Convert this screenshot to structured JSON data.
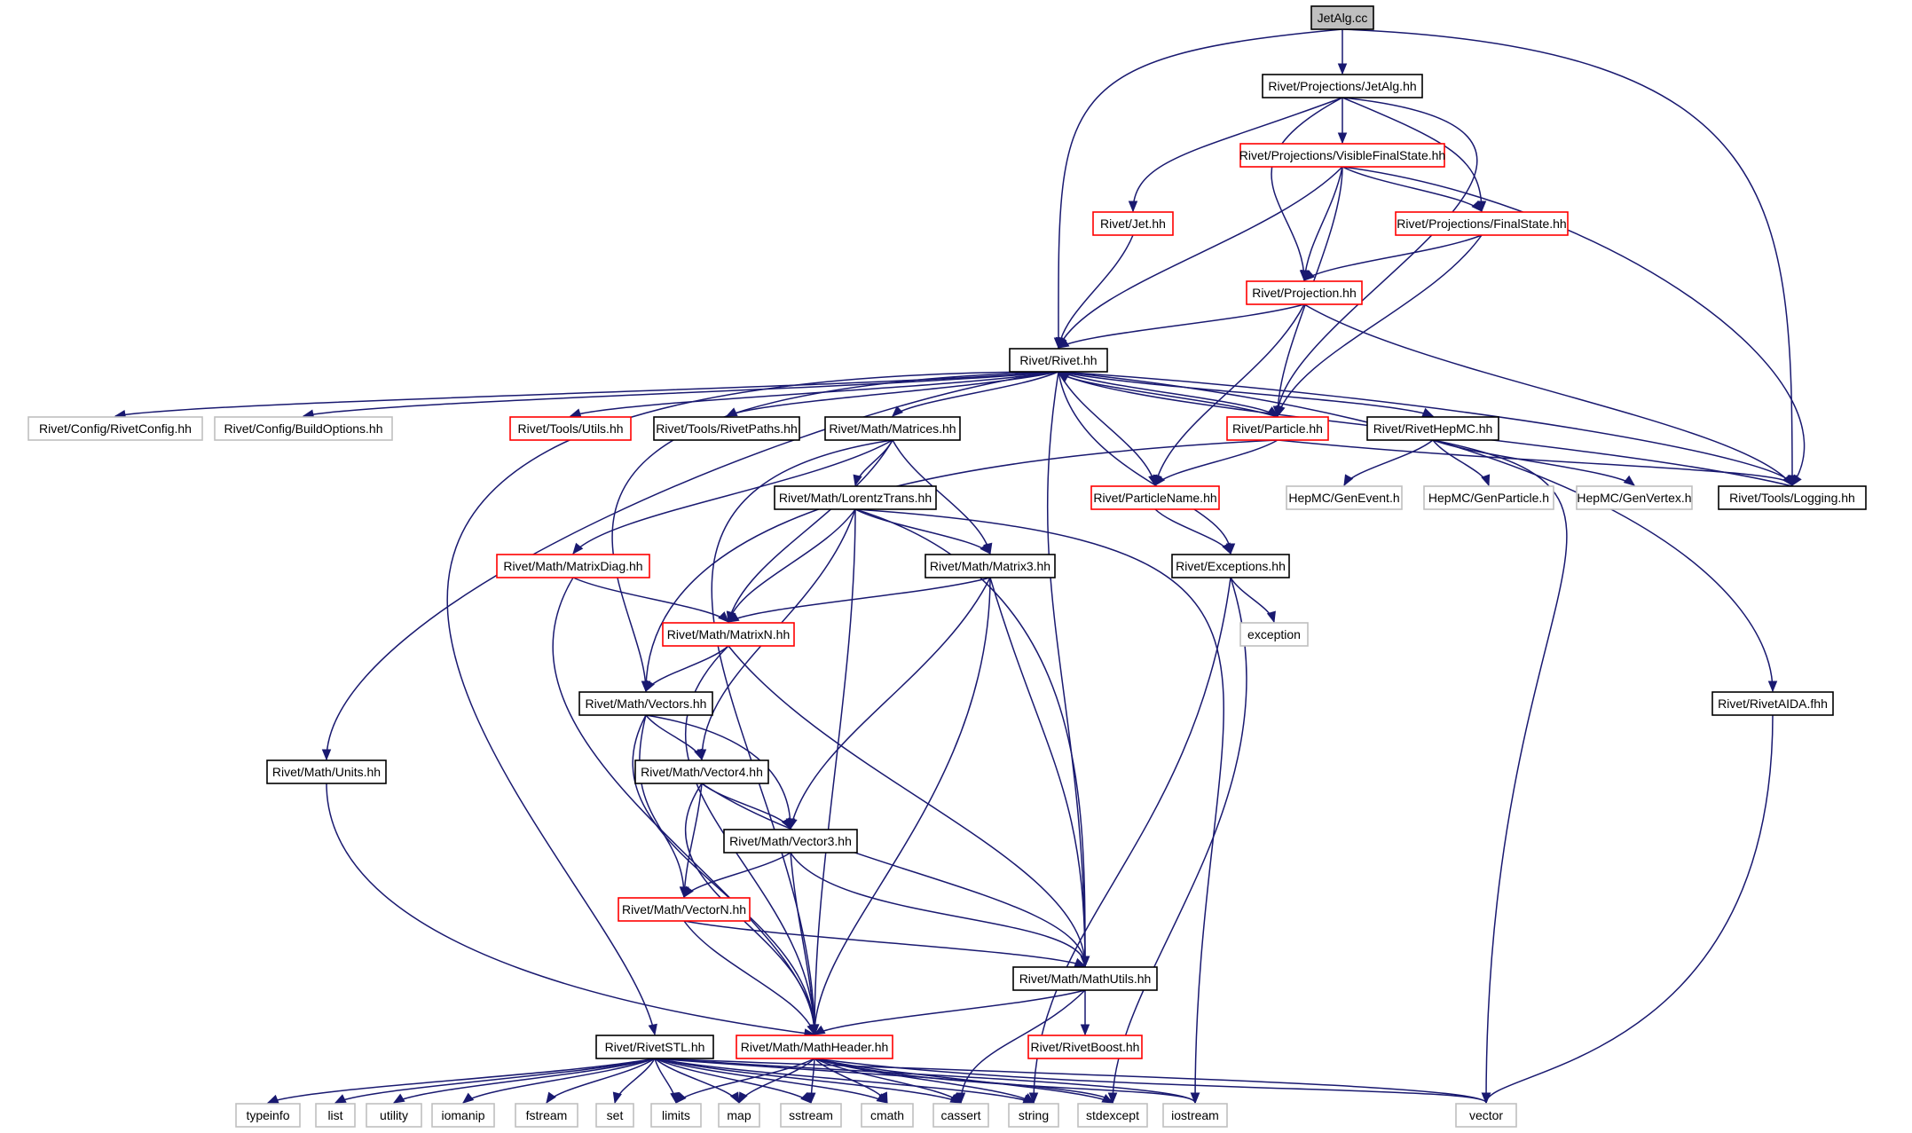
{
  "graph": {
    "title": "JetAlg.cc",
    "kinds": {
      "root": {
        "fill": "#bfbfbf",
        "stroke": "#000000"
      },
      "normal": {
        "fill": "#ffffff",
        "stroke": "#000000"
      },
      "truncated": {
        "fill": "#ffffff",
        "stroke": "#ff0000"
      },
      "external": {
        "fill": "#ffffff",
        "stroke": "#bfbfbf"
      }
    },
    "edge_color": "#191970",
    "nodes": [
      {
        "id": "jetalg_cc",
        "label": "JetAlg.cc",
        "kind": "root"
      },
      {
        "id": "jetalg_hh",
        "label": "Rivet/Projections/JetAlg.hh",
        "kind": "normal"
      },
      {
        "id": "vfs",
        "label": "Rivet/Projections/VisibleFinalState.hh",
        "kind": "truncated"
      },
      {
        "id": "jet",
        "label": "Rivet/Jet.hh",
        "kind": "truncated"
      },
      {
        "id": "fs",
        "label": "Rivet/Projections/FinalState.hh",
        "kind": "truncated"
      },
      {
        "id": "proj",
        "label": "Rivet/Projection.hh",
        "kind": "truncated"
      },
      {
        "id": "rivet",
        "label": "Rivet/Rivet.hh",
        "kind": "normal"
      },
      {
        "id": "rivetconfig",
        "label": "Rivet/Config/RivetConfig.hh",
        "kind": "external"
      },
      {
        "id": "buildopts",
        "label": "Rivet/Config/BuildOptions.hh",
        "kind": "external"
      },
      {
        "id": "utils",
        "label": "Rivet/Tools/Utils.hh",
        "kind": "truncated"
      },
      {
        "id": "rivetpaths",
        "label": "Rivet/Tools/RivetPaths.hh",
        "kind": "normal"
      },
      {
        "id": "matrices",
        "label": "Rivet/Math/Matrices.hh",
        "kind": "normal"
      },
      {
        "id": "particle",
        "label": "Rivet/Particle.hh",
        "kind": "truncated"
      },
      {
        "id": "rivethepmc",
        "label": "Rivet/RivetHepMC.hh",
        "kind": "normal"
      },
      {
        "id": "logging",
        "label": "Rivet/Tools/Logging.hh",
        "kind": "normal"
      },
      {
        "id": "genevent",
        "label": "HepMC/GenEvent.h",
        "kind": "external"
      },
      {
        "id": "genparticle",
        "label": "HepMC/GenParticle.h",
        "kind": "external"
      },
      {
        "id": "genvertex",
        "label": "HepMC/GenVertex.h",
        "kind": "external"
      },
      {
        "id": "lorentz",
        "label": "Rivet/Math/LorentzTrans.hh",
        "kind": "normal"
      },
      {
        "id": "particlename",
        "label": "Rivet/ParticleName.hh",
        "kind": "truncated"
      },
      {
        "id": "matrixdiag",
        "label": "Rivet/Math/MatrixDiag.hh",
        "kind": "truncated"
      },
      {
        "id": "matrix3",
        "label": "Rivet/Math/Matrix3.hh",
        "kind": "normal"
      },
      {
        "id": "exceptions",
        "label": "Rivet/Exceptions.hh",
        "kind": "normal"
      },
      {
        "id": "exception",
        "label": "exception",
        "kind": "external"
      },
      {
        "id": "matrixn",
        "label": "Rivet/Math/MatrixN.hh",
        "kind": "truncated"
      },
      {
        "id": "vectors",
        "label": "Rivet/Math/Vectors.hh",
        "kind": "normal"
      },
      {
        "id": "rivetaida",
        "label": "Rivet/RivetAIDA.fhh",
        "kind": "normal"
      },
      {
        "id": "units",
        "label": "Rivet/Math/Units.hh",
        "kind": "normal"
      },
      {
        "id": "vector4",
        "label": "Rivet/Math/Vector4.hh",
        "kind": "normal"
      },
      {
        "id": "vector3",
        "label": "Rivet/Math/Vector3.hh",
        "kind": "normal"
      },
      {
        "id": "vectorn",
        "label": "Rivet/Math/VectorN.hh",
        "kind": "truncated"
      },
      {
        "id": "mathutils",
        "label": "Rivet/Math/MathUtils.hh",
        "kind": "normal"
      },
      {
        "id": "rivetboost",
        "label": "Rivet/RivetBoost.hh",
        "kind": "truncated"
      },
      {
        "id": "rivetstl",
        "label": "Rivet/RivetSTL.hh",
        "kind": "normal"
      },
      {
        "id": "mathheader",
        "label": "Rivet/Math/MathHeader.hh",
        "kind": "truncated"
      },
      {
        "id": "typeinfo",
        "label": "typeinfo",
        "kind": "external"
      },
      {
        "id": "list",
        "label": "list",
        "kind": "external"
      },
      {
        "id": "utility",
        "label": "utility",
        "kind": "external"
      },
      {
        "id": "iomanip",
        "label": "iomanip",
        "kind": "external"
      },
      {
        "id": "fstream",
        "label": "fstream",
        "kind": "external"
      },
      {
        "id": "set",
        "label": "set",
        "kind": "external"
      },
      {
        "id": "limits",
        "label": "limits",
        "kind": "external"
      },
      {
        "id": "map",
        "label": "map",
        "kind": "external"
      },
      {
        "id": "sstream",
        "label": "sstream",
        "kind": "external"
      },
      {
        "id": "cmath",
        "label": "cmath",
        "kind": "external"
      },
      {
        "id": "cassert",
        "label": "cassert",
        "kind": "external"
      },
      {
        "id": "string",
        "label": "string",
        "kind": "external"
      },
      {
        "id": "stdexcept",
        "label": "stdexcept",
        "kind": "external"
      },
      {
        "id": "iostream",
        "label": "iostream",
        "kind": "external"
      },
      {
        "id": "vector",
        "label": "vector",
        "kind": "external"
      }
    ],
    "edges": [
      [
        "jetalg_cc",
        "jetalg_hh"
      ],
      [
        "jetalg_cc",
        "rivet"
      ],
      [
        "jetalg_cc",
        "logging"
      ],
      [
        "jetalg_hh",
        "vfs"
      ],
      [
        "jetalg_hh",
        "jet"
      ],
      [
        "jetalg_hh",
        "fs"
      ],
      [
        "jetalg_hh",
        "proj"
      ],
      [
        "jetalg_hh",
        "particle"
      ],
      [
        "vfs",
        "fs"
      ],
      [
        "vfs",
        "proj"
      ],
      [
        "vfs",
        "rivet"
      ],
      [
        "vfs",
        "particle"
      ],
      [
        "vfs",
        "logging"
      ],
      [
        "jet",
        "rivet"
      ],
      [
        "fs",
        "proj"
      ],
      [
        "fs",
        "particle"
      ],
      [
        "proj",
        "rivet"
      ],
      [
        "proj",
        "particlename"
      ],
      [
        "proj",
        "logging"
      ],
      [
        "rivet",
        "rivetconfig"
      ],
      [
        "rivet",
        "buildopts"
      ],
      [
        "rivet",
        "utils"
      ],
      [
        "rivet",
        "rivetpaths"
      ],
      [
        "rivet",
        "matrices"
      ],
      [
        "rivet",
        "particle"
      ],
      [
        "rivet",
        "rivethepmc"
      ],
      [
        "rivet",
        "logging"
      ],
      [
        "rivet",
        "particlename"
      ],
      [
        "rivet",
        "exceptions"
      ],
      [
        "rivet",
        "mathutils"
      ],
      [
        "rivet",
        "vectors"
      ],
      [
        "rivet",
        "units"
      ],
      [
        "rivet",
        "rivetstl"
      ],
      [
        "rivet",
        "rivetaida"
      ],
      [
        "particle",
        "rivet"
      ],
      [
        "particle",
        "particlename"
      ],
      [
        "particle",
        "vectors"
      ],
      [
        "particle",
        "logging"
      ],
      [
        "rivethepmc",
        "genevent"
      ],
      [
        "rivethepmc",
        "genparticle"
      ],
      [
        "rivethepmc",
        "genvertex"
      ],
      [
        "rivethepmc",
        "vector"
      ],
      [
        "logging",
        "rivet"
      ],
      [
        "matrices",
        "lorentz"
      ],
      [
        "matrices",
        "matrixdiag"
      ],
      [
        "matrices",
        "matrix3"
      ],
      [
        "matrices",
        "matrixn"
      ],
      [
        "matrices",
        "mathheader"
      ],
      [
        "lorentz",
        "matrix3"
      ],
      [
        "lorentz",
        "matrixn"
      ],
      [
        "lorentz",
        "vector4"
      ],
      [
        "lorentz",
        "mathutils"
      ],
      [
        "lorentz",
        "mathheader"
      ],
      [
        "lorentz",
        "iostream"
      ],
      [
        "particlename",
        "exceptions"
      ],
      [
        "exceptions",
        "exception"
      ],
      [
        "exceptions",
        "string"
      ],
      [
        "exceptions",
        "stdexcept"
      ],
      [
        "matrixdiag",
        "matrixn"
      ],
      [
        "matrixdiag",
        "mathheader"
      ],
      [
        "matrix3",
        "matrixn"
      ],
      [
        "matrix3",
        "vector3"
      ],
      [
        "matrix3",
        "mathutils"
      ],
      [
        "matrix3",
        "mathheader"
      ],
      [
        "matrixn",
        "vectors"
      ],
      [
        "matrixn",
        "mathutils"
      ],
      [
        "matrixn",
        "mathheader"
      ],
      [
        "vectors",
        "vector4"
      ],
      [
        "vectors",
        "vector3"
      ],
      [
        "vectors",
        "vectorn"
      ],
      [
        "vectors",
        "mathheader"
      ],
      [
        "rivetaida",
        "vector"
      ],
      [
        "units",
        "mathheader"
      ],
      [
        "vector4",
        "vector3"
      ],
      [
        "vector4",
        "vectorn"
      ],
      [
        "vector4",
        "mathutils"
      ],
      [
        "vector4",
        "mathheader"
      ],
      [
        "vector3",
        "vectorn"
      ],
      [
        "vector3",
        "mathutils"
      ],
      [
        "vector3",
        "mathheader"
      ],
      [
        "vectorn",
        "mathutils"
      ],
      [
        "vectorn",
        "mathheader"
      ],
      [
        "mathutils",
        "mathheader"
      ],
      [
        "mathutils",
        "rivetboost"
      ],
      [
        "mathutils",
        "cassert"
      ],
      [
        "mathheader",
        "limits"
      ],
      [
        "mathheader",
        "map"
      ],
      [
        "mathheader",
        "sstream"
      ],
      [
        "mathheader",
        "cmath"
      ],
      [
        "mathheader",
        "cassert"
      ],
      [
        "mathheader",
        "string"
      ],
      [
        "mathheader",
        "stdexcept"
      ],
      [
        "mathheader",
        "iostream"
      ],
      [
        "mathheader",
        "vector"
      ],
      [
        "rivetstl",
        "typeinfo"
      ],
      [
        "rivetstl",
        "list"
      ],
      [
        "rivetstl",
        "utility"
      ],
      [
        "rivetstl",
        "iomanip"
      ],
      [
        "rivetstl",
        "fstream"
      ],
      [
        "rivetstl",
        "set"
      ],
      [
        "rivetstl",
        "limits"
      ],
      [
        "rivetstl",
        "map"
      ],
      [
        "rivetstl",
        "sstream"
      ],
      [
        "rivetstl",
        "cmath"
      ],
      [
        "rivetstl",
        "cassert"
      ],
      [
        "rivetstl",
        "string"
      ],
      [
        "rivetstl",
        "stdexcept"
      ],
      [
        "rivetstl",
        "iostream"
      ],
      [
        "rivetstl",
        "vector"
      ]
    ]
  }
}
